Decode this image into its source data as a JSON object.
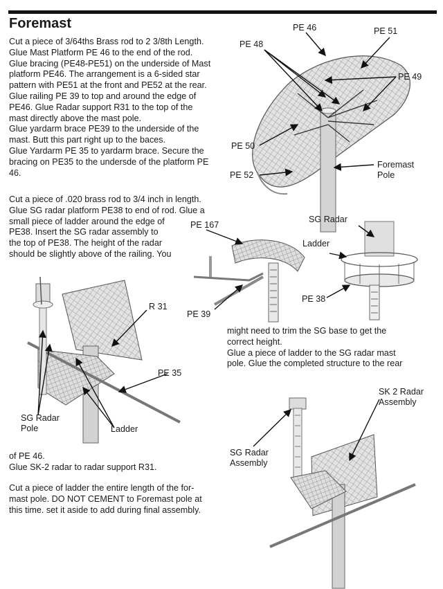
{
  "title": "Foremast",
  "paragraphs": {
    "p1": "Cut a piece of 3/64ths Brass rod to 2 3/8th Length.\nGlue Mast Platform PE 46 to the end of the rod.\nGlue bracing (PE48-PE51) on the underside of Mast\nplatform PE46. The arrangement is a 6-sided star\npattern with PE51 at the front and PE52 at the rear.\nGlue railing PE 39 to top and around the edge of\nPE46. Glue Radar support R31 to the top of the\nmast directly above the mast pole.\nGlue yardarm brace PE39 to the underside of the\nmast. Butt this part right up to the baces.\nGlue Yardarm PE 35 to yardarm brace. Secure the\nbracing on PE35 to the undersde of the platform PE\n46.",
    "p2": "Cut a piece of .020 brass rod to 3/4 inch in length.\nGlue SG radar platform PE38 to end of rod. Glue a\nsmall piece of ladder around the edge of\nPE38. Insert the SG radar assembly to\nthe top of PE38. The height of the radar\nshould be slightly above of the railing. You",
    "p3": "might need to trim the SG base to get the\ncorrect height.\nGlue a piece of ladder to the SG radar mast\npole. Glue the completed structure to the rear",
    "p4": "of PE 46.\nGlue SK-2 radar to radar support R31.",
    "p5": "Cut a piece of ladder the entire length of the for-\nmast pole. DO NOT CEMENT to Foremast pole at\nthis time. set it aside to add during final assembly."
  },
  "labels": {
    "pe46": "PE 46",
    "pe51": "PE 51",
    "pe48": "PE 48",
    "pe49": "PE 49",
    "pe50": "PE 50",
    "pe52": "PE 52",
    "foremast_pole": "Foremast\nPole",
    "pe167": "PE 167",
    "sg_radar_top": "SG Radar",
    "ladder_top": "Ladder",
    "pe38": "PE 38",
    "pe39": "PE 39",
    "r31": "R 31",
    "pe35": "PE 35",
    "sg_radar_pole": "SG Radar\nPole",
    "ladder_bottom": "Ladder",
    "sk2_assembly": "SK 2 Radar\nAssembly",
    "sg_radar_assembly": "SG Radar\nAssembly"
  },
  "colors": {
    "ink": "#1a1a1a",
    "part_fill": "#d9d9d9",
    "part_shade": "#b5b5b5",
    "line": "#222222"
  }
}
